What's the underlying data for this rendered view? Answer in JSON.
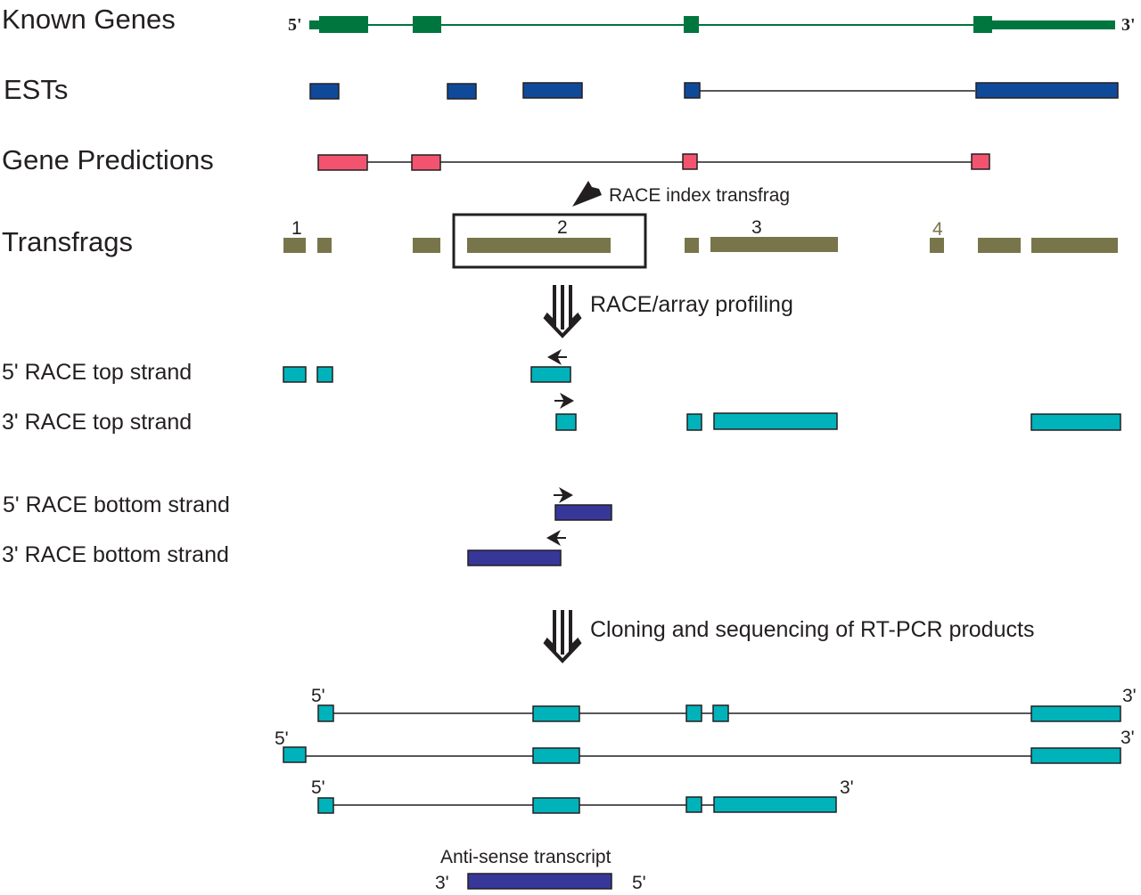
{
  "colors": {
    "known_gene": "#00763f",
    "est": "#0f4a9a",
    "prediction": "#f25470",
    "transfrag": "#78754a",
    "race_top": "#00b3bb",
    "race_bottom": "#37379a",
    "outline": "#231f20"
  },
  "tracks": {
    "known_genes": "Known Genes",
    "ests": "ESTs",
    "gene_predictions": "Gene Predictions",
    "transfrags": "Transfrags"
  },
  "known_genes": {
    "five_prime": "5'",
    "three_prime": "3'"
  },
  "race_index": {
    "label": "RACE index transfrag"
  },
  "transfrag_numbers": [
    "1",
    "2",
    "3",
    "4"
  ],
  "steps": {
    "profiling": "RACE/array profiling",
    "cloning": "Cloning and sequencing of RT-PCR products"
  },
  "race_rows": {
    "five_top": "5' RACE top strand",
    "three_top": "3' RACE top strand",
    "five_bottom": "5' RACE bottom strand",
    "three_bottom": "3' RACE bottom strand"
  },
  "transcripts": [
    {
      "five_prime": "5'",
      "three_prime": "3'"
    },
    {
      "five_prime": "5'",
      "three_prime": "3'"
    },
    {
      "five_prime": "5'",
      "three_prime": "3'"
    }
  ],
  "antisense": {
    "label": "Anti-sense transcript",
    "left_end": "3'",
    "right_end": "5'"
  }
}
